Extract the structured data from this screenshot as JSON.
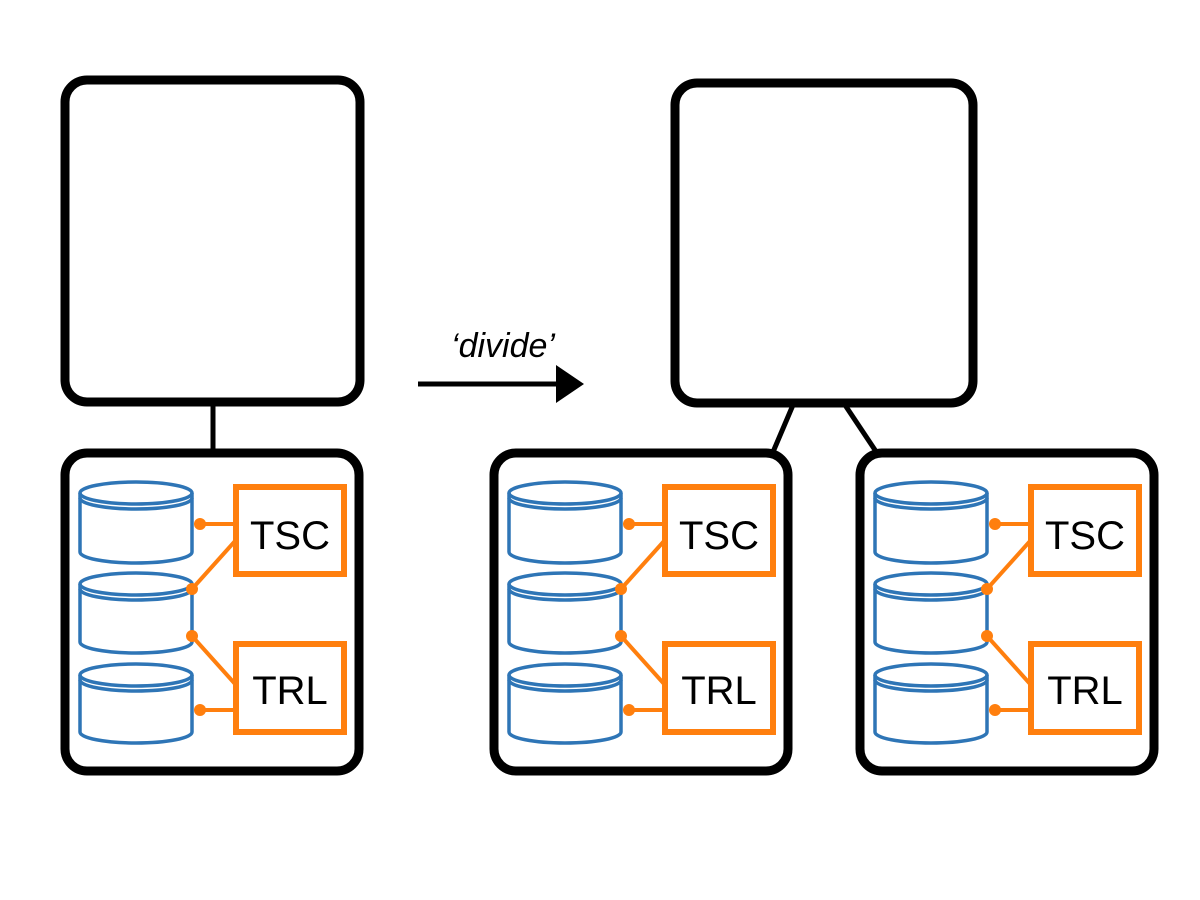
{
  "diagram": {
    "arrow_label": "‘divide’",
    "box_labels": {
      "top": "TSC",
      "bottom": "TRL"
    },
    "colors": {
      "frame": "#000000",
      "cylinder": "#2e75b6",
      "tag": "#ff7f0e",
      "background": "#ffffff"
    }
  }
}
